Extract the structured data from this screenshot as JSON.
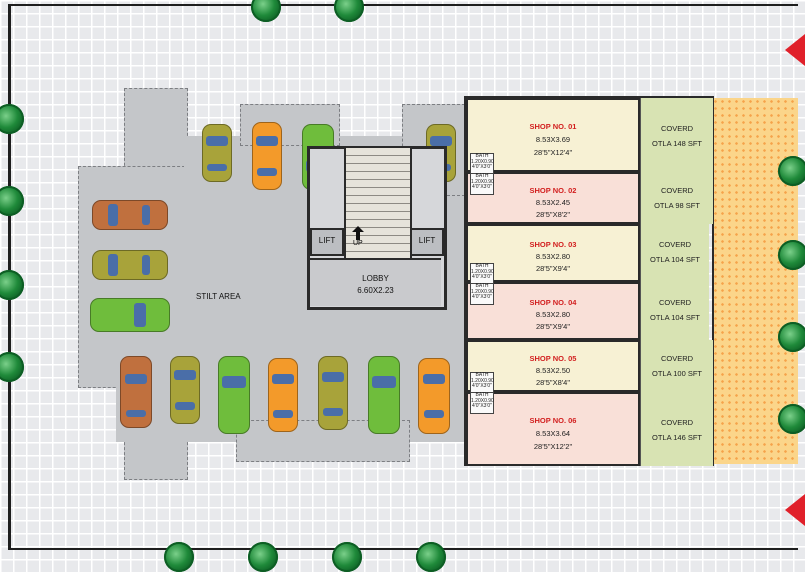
{
  "labels": {
    "stilt_area": "STILT AREA",
    "lift_left": "LIFT",
    "lift_right": "LIFT",
    "up": "UP",
    "lobby_title": "LOBBY",
    "lobby_size": "6.60X2.23"
  },
  "shops": [
    {
      "no": "SHOP NO. 01",
      "metric": "8.53X3.69",
      "feet": "28'5\"X12'4\"",
      "otla_title": "COVERD",
      "otla_area": "OTLA 148 SFT"
    },
    {
      "no": "SHOP NO. 02",
      "metric": "8.53X2.45",
      "feet": "28'5\"X8'2\"",
      "otla_title": "COVERD",
      "otla_area": "OTLA 98 SFT"
    },
    {
      "no": "SHOP NO. 03",
      "metric": "8.53X2.80",
      "feet": "28'5\"X9'4\"",
      "otla_title": "COVERD",
      "otla_area": "OTLA 104 SFT"
    },
    {
      "no": "SHOP NO. 04",
      "metric": "8.53X2.80",
      "feet": "28'5\"X9'4\"",
      "otla_title": "COVERD",
      "otla_area": "OTLA 104 SFT"
    },
    {
      "no": "SHOP NO. 05",
      "metric": "8.53X2.50",
      "feet": "28'5\"X8'4\"",
      "otla_title": "COVERD",
      "otla_area": "OTLA 100 SFT"
    },
    {
      "no": "SHOP NO. 06",
      "metric": "8.53X3.64",
      "feet": "28'5\"X12'2\"",
      "otla_title": "COVERD",
      "otla_area": "OTLA 146 SFT"
    }
  ],
  "bath": {
    "label": "BATH",
    "metric": "1.20X0.90",
    "feet": "4'0\"X3'0\""
  },
  "colors": {
    "shop_odd": "#f7f1d4",
    "shop_even": "#f9e0d8",
    "otla": "#d8e3b3",
    "shop_number": "#d21f1f",
    "tree": "#1f8a3a",
    "boundary_marker": "#e0202a"
  }
}
